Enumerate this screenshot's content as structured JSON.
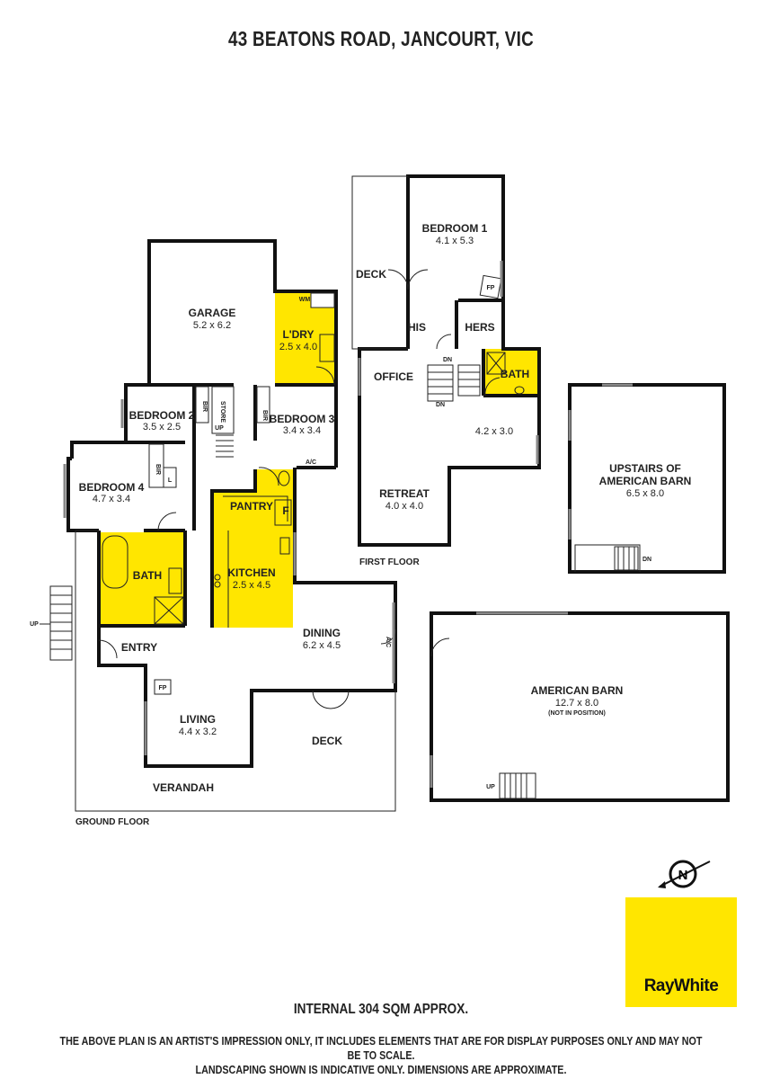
{
  "title": "43 BEATONS ROAD, JANCOURT, VIC",
  "rooms": {
    "garage": {
      "name": "GARAGE",
      "dim": "5.2 x 6.2"
    },
    "ldry": {
      "name": "L'DRY",
      "dim": "2.5 x 4.0"
    },
    "bedroom2": {
      "name": "BEDROOM 2",
      "dim": "3.5 x 2.5"
    },
    "bedroom3": {
      "name": "BEDROOM 3",
      "dim": "3.4 x 3.4"
    },
    "bedroom4": {
      "name": "BEDROOM 4",
      "dim": "4.7 x 3.4"
    },
    "bath_ground": {
      "name": "BATH"
    },
    "pantry": {
      "name": "PANTRY"
    },
    "kitchen": {
      "name": "KITCHEN",
      "dim": "2.5 x 4.5"
    },
    "entry": {
      "name": "ENTRY"
    },
    "dining": {
      "name": "DINING",
      "dim": "6.2 x 4.5"
    },
    "living": {
      "name": "LIVING",
      "dim": "4.4 x 3.2"
    },
    "deck_ground": {
      "name": "DECK"
    },
    "verandah": {
      "name": "VERANDAH"
    },
    "bedroom1": {
      "name": "BEDROOM 1",
      "dim": "4.1 x 5.3"
    },
    "deck_first": {
      "name": "DECK"
    },
    "his": {
      "name": "HIS"
    },
    "hers": {
      "name": "HERS"
    },
    "office": {
      "name": "OFFICE"
    },
    "bath_first": {
      "name": "BATH"
    },
    "room_first": {
      "dim": "4.2 x 3.0"
    },
    "retreat": {
      "name": "RETREAT",
      "dim": "4.0 x 4.0"
    },
    "upstairs_barn": {
      "name_line1": "UPSTAIRS OF",
      "name_line2": "AMERICAN BARN",
      "dim": "6.5 x 8.0"
    },
    "american_barn": {
      "name": "AMERICAN BARN",
      "dim": "12.7 x 8.0",
      "note": "(NOT IN POSITION)"
    }
  },
  "small_labels": {
    "wm": "WM",
    "store": "STORE",
    "bir": "BIR",
    "l": "L",
    "ac": "A/C",
    "f": "F",
    "fp": "FP",
    "up": "UP",
    "dn": "DN"
  },
  "floor_labels": {
    "ground": "GROUND FLOOR",
    "first": "FIRST FLOOR"
  },
  "compass": "N",
  "internal_area": "INTERNAL 304 SQM APPROX.",
  "disclaimer_line1": "THE ABOVE PLAN IS AN ARTIST'S IMPRESSION ONLY, IT INCLUDES ELEMENTS THAT ARE FOR DISPLAY PURPOSES ONLY AND MAY NOT BE TO SCALE.",
  "disclaimer_line2": "LANDSCAPING SHOWN IS INDICATIVE ONLY. DIMENSIONS ARE APPROXIMATE.",
  "logo_text": "RayWhite",
  "colors": {
    "highlight": "#ffe600",
    "wall": "#111111"
  }
}
